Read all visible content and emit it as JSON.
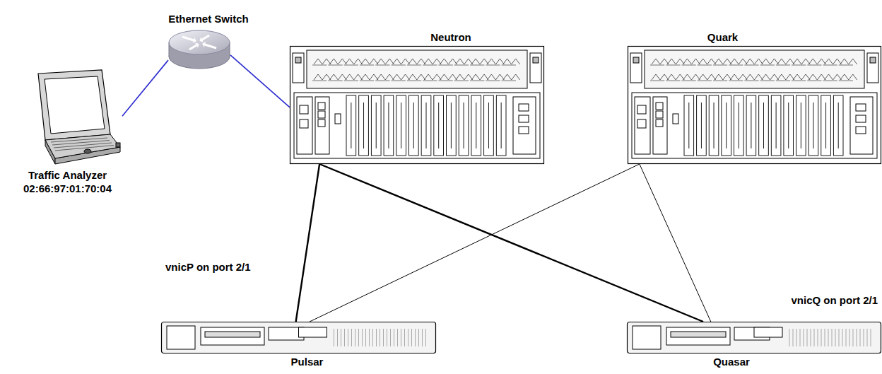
{
  "diagram": {
    "nodes": [
      {
        "text": [
          "Ethernet Switch"
        ]
      },
      {
        "text": [
          "Neutron"
        ]
      },
      {
        "text": [
          "Quark"
        ]
      },
      {
        "text": [
          "Traffic Analyzer",
          "02:66:97:01:70:04"
        ]
      },
      {
        "text": [
          "Pulsar"
        ]
      },
      {
        "text": [
          "Quasar"
        ]
      }
    ],
    "edges": [
      {
        "from": 3,
        "to": 0,
        "arrow": "none"
      },
      {
        "from": 0,
        "to": 1,
        "arrow": "none"
      },
      {
        "from": 1,
        "to": 4,
        "arrow": "none"
      },
      {
        "from": 1,
        "to": 5,
        "arrow": "none"
      },
      {
        "from": 2,
        "to": 4,
        "arrow": "none"
      },
      {
        "from": 2,
        "to": 5,
        "arrow": "none"
      }
    ],
    "labels": [
      "vnicP on port 2/1",
      "vnicQ on port 2/1"
    ]
  }
}
